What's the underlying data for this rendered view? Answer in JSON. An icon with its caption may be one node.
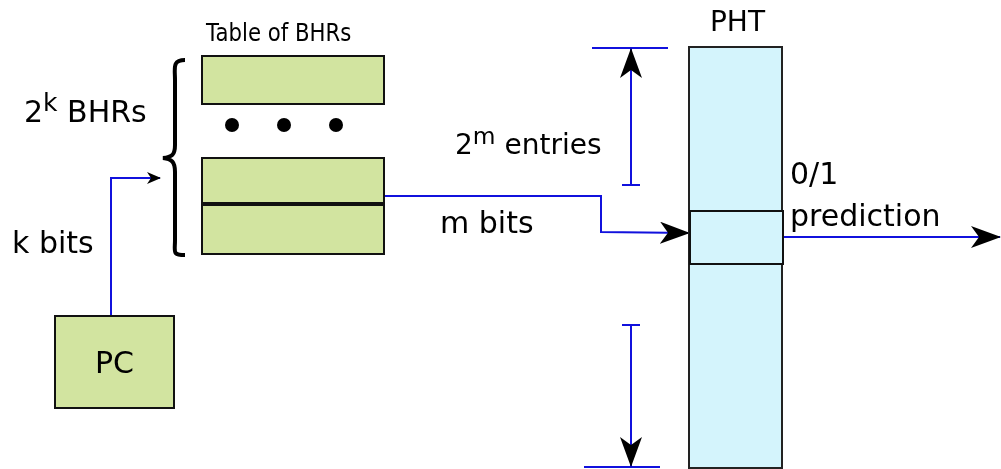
{
  "diagram": {
    "nodes": [
      {
        "text": [
          "PC"
        ]
      },
      {
        "text": [],
        "shape": "box"
      },
      {
        "text": [],
        "shape": "box"
      },
      {
        "text": [],
        "shape": "box"
      },
      {
        "text": [
          "PHT"
        ]
      },
      {
        "text": [],
        "shape": "box",
        "in": 4
      },
      {
        "text": [],
        "shape": "brace"
      }
    ],
    "edges": [
      {
        "from": 0,
        "to": 6,
        "arrow": "to",
        "label": "k bits"
      },
      {
        "from": 2,
        "to": 5,
        "arrow": "to",
        "label": "m bits"
      },
      {
        "from": 5,
        "to": null,
        "arrow": "to",
        "label": "0/1 prediction"
      }
    ],
    "labels": [
      "Table of BHRs",
      "2$^{k}$ BHRs",
      "2$^{m}$ entries"
    ]
  }
}
